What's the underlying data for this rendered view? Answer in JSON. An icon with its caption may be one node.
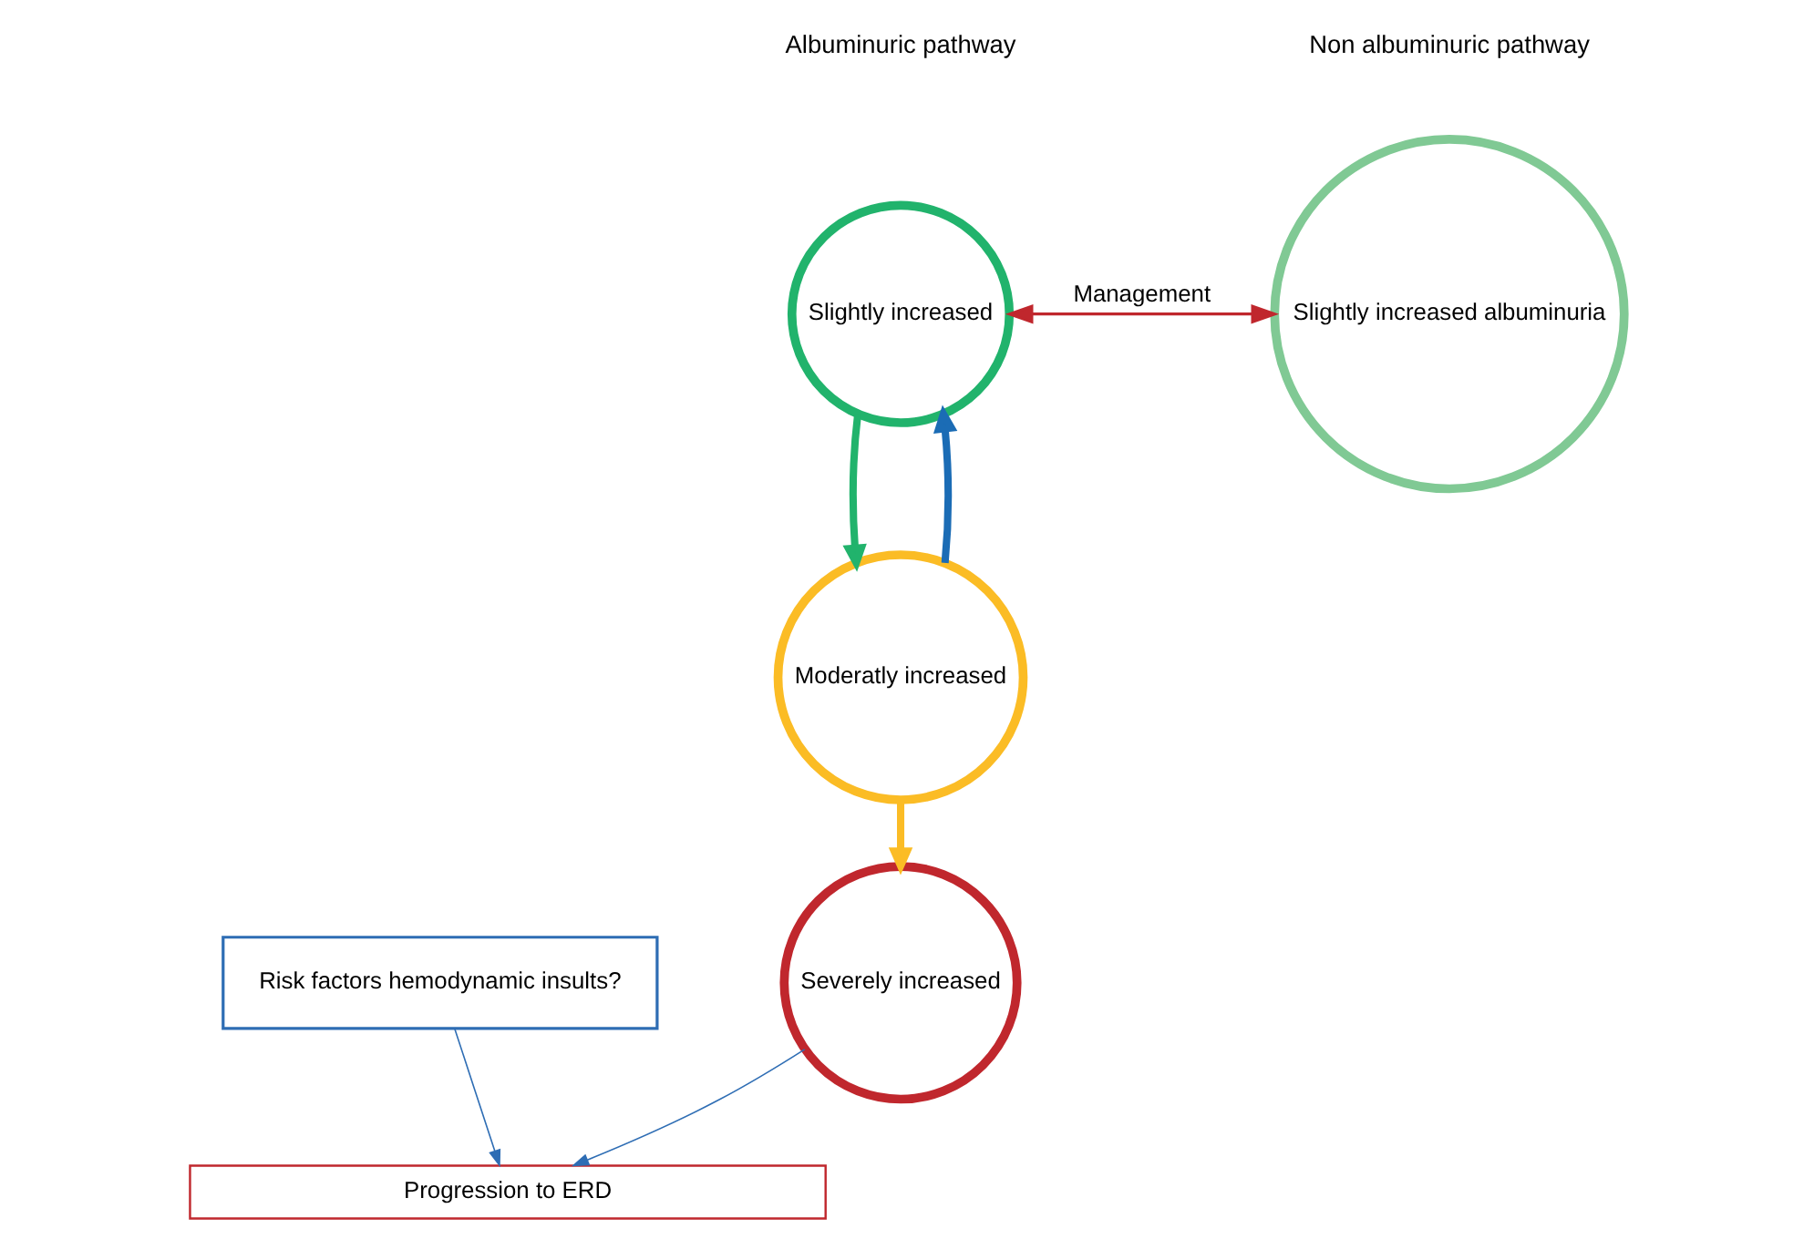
{
  "diagram": {
    "nodes": [
      {
        "text": [
          "Slightly increased"
        ]
      },
      {
        "text": [
          "Moderatly increased"
        ]
      },
      {
        "text": [
          "Severely increased"
        ]
      },
      {
        "text": [
          "Slightly increased albuminuria"
        ]
      },
      {
        "text": [
          "Risk factors hemodynamic insults?"
        ]
      },
      {
        "text": [
          "Progression to ERD"
        ]
      }
    ],
    "edges": [
      {
        "from": 0,
        "to": 1,
        "arrow": "to",
        "style": "thick",
        "color": "#21b36c"
      },
      {
        "from": 1,
        "to": 2,
        "arrow": "to",
        "style": "thick",
        "color": "#fbbc25"
      },
      {
        "from": 1,
        "to": 0,
        "arrow": "to",
        "style": "thick",
        "color": "#1b6cb5"
      },
      {
        "from": 0,
        "to": 3,
        "arrow": "both",
        "label": "Management",
        "color": "#c0272d"
      },
      {
        "from": 2,
        "to": 5,
        "arrow": "to",
        "color": "#2e6db4"
      },
      {
        "from": 4,
        "to": 5,
        "arrow": "to",
        "color": "#2e6db4"
      }
    ],
    "labels": [
      "Albuminuric pathway",
      "Non albuminuric pathway"
    ]
  }
}
